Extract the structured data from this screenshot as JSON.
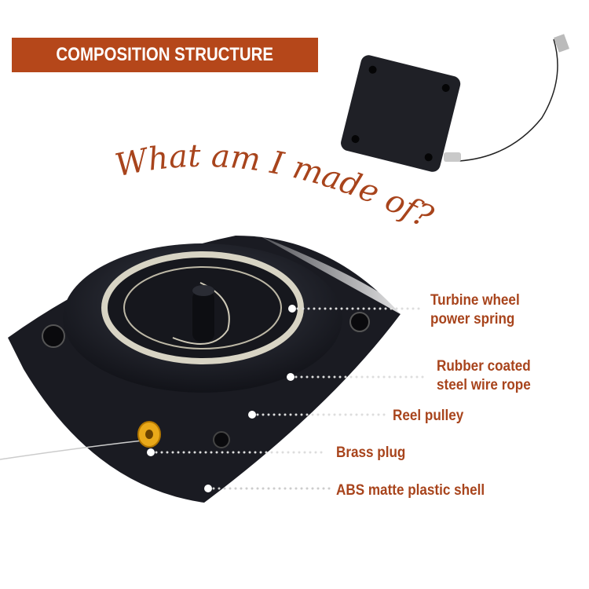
{
  "banner": {
    "title": "COMPOSITION STRUCTURE"
  },
  "headline": "What am I made of?",
  "callouts": [
    {
      "line1": "Turbine wheel",
      "line2": "power spring"
    },
    {
      "line1": "Rubber coated",
      "line2": "steel wire rope"
    },
    {
      "line1": "Reel pulley"
    },
    {
      "line1": "Brass plug"
    },
    {
      "line1": "ABS matte plastic shell"
    }
  ],
  "colors": {
    "accent": "#b5471a",
    "label": "#a8441c",
    "device": "#1c1d24"
  }
}
